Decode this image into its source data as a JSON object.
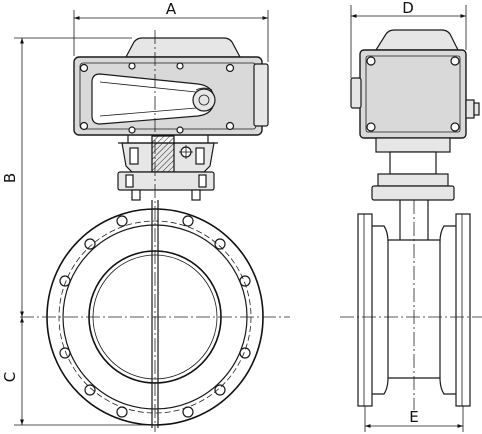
{
  "dimension_labels": {
    "A": "A",
    "B": "B",
    "C": "C",
    "D": "D",
    "E": "E"
  }
}
